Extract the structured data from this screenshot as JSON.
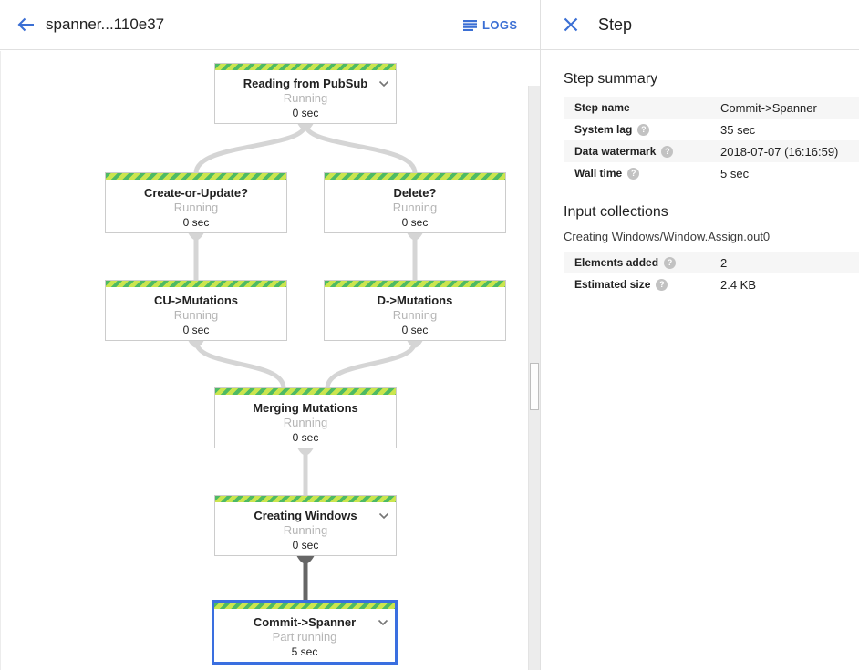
{
  "header": {
    "title": "spanner...110e37",
    "logs_label": "LOGS"
  },
  "side_panel": {
    "title": "Step",
    "step_summary": {
      "heading": "Step summary",
      "rows": [
        {
          "label": "Step name",
          "value": "Commit->Spanner"
        },
        {
          "label": "System lag",
          "value": "35 sec"
        },
        {
          "label": "Data watermark",
          "value": "2018-07-07 (16:16:59)"
        },
        {
          "label": "Wall time",
          "value": "5 sec"
        }
      ]
    },
    "input_collections": {
      "heading": "Input collections",
      "collection_name": "Creating Windows/Window.Assign.out0",
      "rows": [
        {
          "label": "Elements added",
          "value": "2"
        },
        {
          "label": "Estimated size",
          "value": "2.4 KB"
        }
      ]
    }
  },
  "graph": {
    "nodes": [
      {
        "title": "Reading from PubSub",
        "status": "Running",
        "time": "0 sec"
      },
      {
        "title": "Create-or-Update?",
        "status": "Running",
        "time": "0 sec"
      },
      {
        "title": "Delete?",
        "status": "Running",
        "time": "0 sec"
      },
      {
        "title": "CU->Mutations",
        "status": "Running",
        "time": "0 sec"
      },
      {
        "title": "D->Mutations",
        "status": "Running",
        "time": "0 sec"
      },
      {
        "title": "Merging Mutations",
        "status": "Running",
        "time": "0 sec"
      },
      {
        "title": "Creating Windows",
        "status": "Running",
        "time": "0 sec"
      },
      {
        "title": "Commit->Spanner",
        "status": "Part running",
        "time": "5 sec"
      }
    ],
    "colors": {
      "stripe_green": "#4eba64",
      "stripe_lime": "#cbe54e",
      "edge_light": "#d5d5d5",
      "edge_dark": "#666666",
      "selected_border": "#3a6fe0",
      "accent_blue": "#3b6fd4"
    }
  }
}
